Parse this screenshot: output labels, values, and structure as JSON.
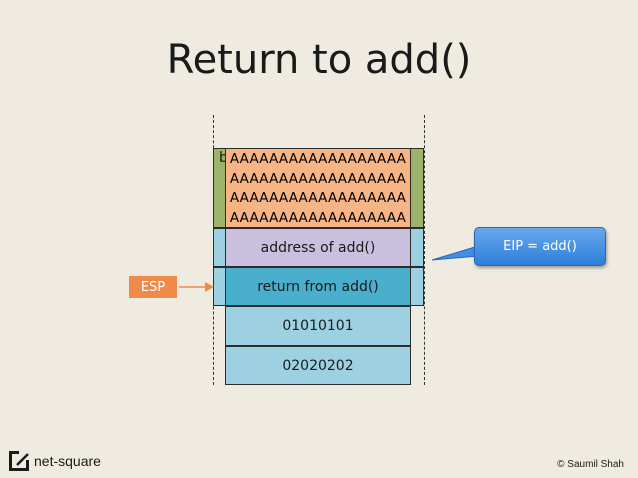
{
  "title": "Return to add()",
  "stack": {
    "top_partial_char": "b",
    "overflow_lines": [
      "AAAAAAAAAAAAAAAAAA",
      "AAAAAAAAAAAAAAAAAA",
      "AAAAAAAAAAAAAAAAAA",
      "AAAAAAAAAAAAAAAAAA"
    ],
    "rows": [
      "address of add()",
      "return from add()",
      "01010101",
      "02020202"
    ]
  },
  "esp_label": "ESP",
  "callout": "EIP = add()",
  "footer": {
    "brand": "net-square",
    "copyright": "© Saumil Shah"
  },
  "colors": {
    "background": "#efebe1",
    "green": "#9cb36a",
    "light_blue": "#9dd1e2",
    "lavender": "#c8c0dc",
    "teal": "#4aafcc",
    "orange": "#f7b484",
    "esp": "#f08a4b",
    "callout_blue": "#3f8fe4"
  }
}
